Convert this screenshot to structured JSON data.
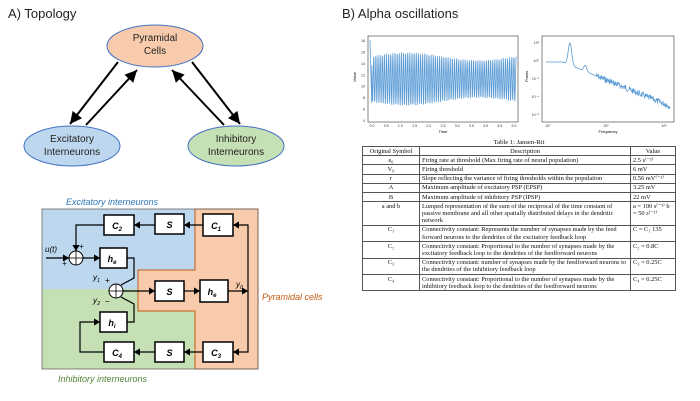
{
  "panel_a": {
    "title": "A) Topology",
    "topology": {
      "pyramidal": "Pyramidal\nCells",
      "excitatory": "Excitatory\nInterneurons",
      "inhibitory": "Inhibitory\nInterneurons"
    },
    "block": {
      "excitatory_label": "Excitatory interneurons",
      "inhibitory_label": "Inhibitory interneurons",
      "pyramidal_label": "Pyramidal cells",
      "c2": "C",
      "c2_sub": "2",
      "c1": "C",
      "c1_sub": "1",
      "c4": "C",
      "c4_sub": "4",
      "c3": "C",
      "c3_sub": "3",
      "s": "S",
      "he": "h",
      "he_sub": "e",
      "hi": "h",
      "hi_sub": "i",
      "u": "u(t)",
      "y0": "y",
      "y0_sub": "0",
      "y1": "y",
      "y1_sub": "1",
      "y2": "y",
      "y2_sub": "2",
      "plus": "+",
      "minus": "−"
    }
  },
  "panel_b": {
    "title": "B) Alpha oscillations",
    "time_plot": {
      "ylabel": "Value",
      "xlabel": "Time",
      "yticks": [
        "18",
        "16",
        "14",
        "12",
        "10",
        "8",
        "6",
        "4"
      ],
      "xticks": [
        "0.0",
        "0.5",
        "1.0",
        "1.5",
        "2.0",
        "2.5",
        "3.0",
        "3.5",
        "4.0",
        "4.5",
        "5.0"
      ]
    },
    "freq_plot": {
      "ylabel": "Power",
      "xlabel": "Frequency",
      "yticks": [
        "10²",
        "10⁰",
        "10⁻²",
        "10⁻⁴",
        "10⁻⁶"
      ],
      "xticks": [
        "10⁰",
        "10¹",
        "10²"
      ]
    },
    "table": {
      "caption": "Table 1: Jansen-Rit",
      "headers": [
        "Original Symbol",
        "Description",
        "Value"
      ],
      "rows": [
        {
          "sym": "e₀",
          "desc": "Firing rate at threshold (Max firing rate of neural population)",
          "val": "2.5 s⁽⁻¹⁾"
        },
        {
          "sym": "V₀",
          "desc": "Firing threshold",
          "val": "6 mV"
        },
        {
          "sym": "r",
          "desc": "Slope reflecting the variance of firing thresholds within the population",
          "val": "0.56 mV⁽⁻¹⁾"
        },
        {
          "sym": "A",
          "desc": "Maximum amplitude of excitatory PSP (EPSP)",
          "val": "3.25 mV"
        },
        {
          "sym": "B",
          "desc": "Maximum amplitude of inhibitory PSP (IPSP)",
          "val": "22 mV"
        },
        {
          "sym": "a and b",
          "desc": "Lumped representation of the sum of the reciprocal of the time constant of passive membrane and all other spatially distributed delays in the dendritic network",
          "val": "a = 100 s⁽⁻¹⁾  b = 50 s⁽⁻¹⁾"
        },
        {
          "sym": "C₁",
          "desc": "Connectivity constant: Represents the number of synapses made by the feed forward neurons to the dendrites of the excitatory feedback loop",
          "val": "C = C₁ 135"
        },
        {
          "sym": "C₂",
          "desc": "Connectivity constant: Proportional to the number of synapses made by the excitatory feedback loop to the dendrites of the feedforward neurons",
          "val": "C₂ = 0.8C"
        },
        {
          "sym": "C₃",
          "desc": "Connectivity constant: number of synapses made by the feedforward neurons to the dendrites of the inhibitory feedback loop",
          "val": "C₃ = 0.25C"
        },
        {
          "sym": "C₄",
          "desc": "Connectivity constant: Proportional to the number of synapses made by the inhibitory feedback loop to the dendrites of the feedforward neurons",
          "val": "C₄ = 0.25C"
        }
      ]
    }
  }
}
